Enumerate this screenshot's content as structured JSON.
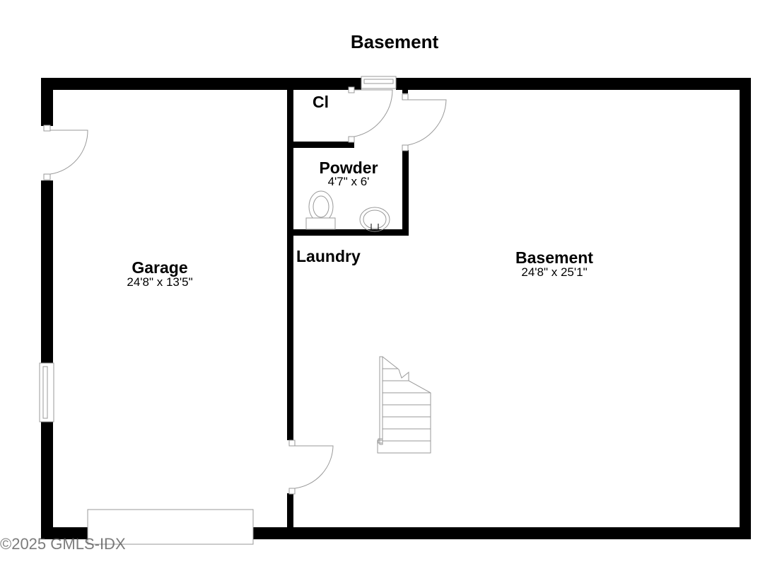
{
  "title": "Basement",
  "rooms": [
    {
      "id": "garage",
      "name": "Garage",
      "dimensions": "24'8\" x 13'5\""
    },
    {
      "id": "basement",
      "name": "Basement",
      "dimensions": "24'8\" x 25'1\""
    },
    {
      "id": "powder",
      "name": "Powder",
      "dimensions": "4'7\" x 6'"
    },
    {
      "id": "closet",
      "name": "Cl"
    },
    {
      "id": "laundry",
      "name": "Laundry"
    }
  ],
  "fixtures": [
    "toilet",
    "sink",
    "stairs",
    "window",
    "garage-door"
  ],
  "watermark": "©2025 GMLS-IDX",
  "colors": {
    "wall": "#000000",
    "fixture_line": "#999999",
    "background": "#ffffff"
  }
}
